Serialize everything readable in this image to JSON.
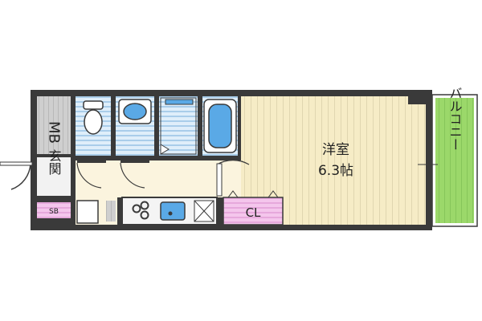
{
  "rooms": {
    "main_room_name": "洋室",
    "main_room_size": "6.3帖",
    "closet": "CL",
    "entrance": "玄関",
    "meter_box": "MB",
    "shoe_box": "SB",
    "balcony": "バルコニー"
  },
  "colors": {
    "wall": "#3a3a3a",
    "room_floor": "#f6ecc6",
    "stripe": "#e0d6b0",
    "water_area": "#dfeefa",
    "water_stripe": "#a9cdea",
    "fixture_blue": "#5aa9e6",
    "closet_pink": "#f4c6ec",
    "balcony_green": "#9bd86a",
    "hall_floor": "#fbf4de"
  }
}
